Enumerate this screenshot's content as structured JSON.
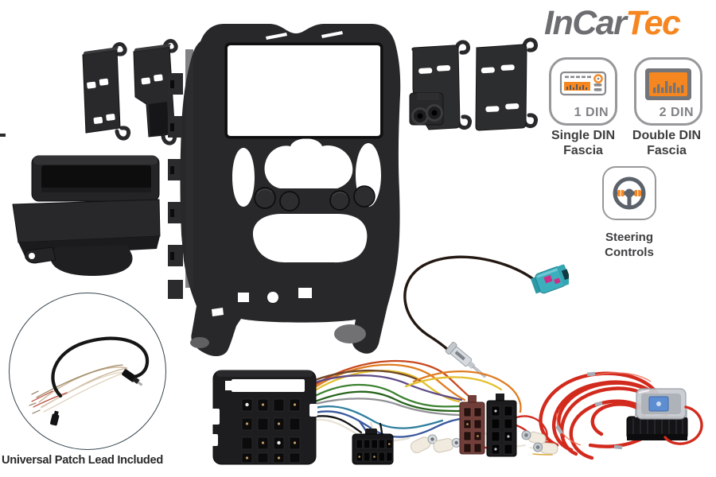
{
  "brand": {
    "gray": "InCar",
    "orange": "Tec"
  },
  "badges": {
    "single": {
      "num": "1 DIN",
      "line1": "Single DIN",
      "line2": "Fascia"
    },
    "double": {
      "num": "2 DIN",
      "line1": "Double DIN",
      "line2": "Fascia"
    },
    "steering": {
      "line1": "Steering",
      "line2": "Controls"
    }
  },
  "captions": {
    "patch_lead": "Universal Patch Lead Included"
  },
  "palette": {
    "accent_orange": "#F6861F",
    "logo_gray": "#6D6E71",
    "badge_outline": "#97989A",
    "caption_text": "#3E3E40",
    "patch_caption_text": "#2A2A2A",
    "circle_outline": "#36454E",
    "plastic_black": "#28282A",
    "wire_red": "#D22B1E",
    "fakra_teal": "#3CAFBD",
    "fuse_blue": "#5E8ED2"
  },
  "icons": [
    {
      "name": "single-din-radio-icon"
    },
    {
      "name": "double-din-screen-icon"
    },
    {
      "name": "steering-wheel-icon"
    }
  ]
}
